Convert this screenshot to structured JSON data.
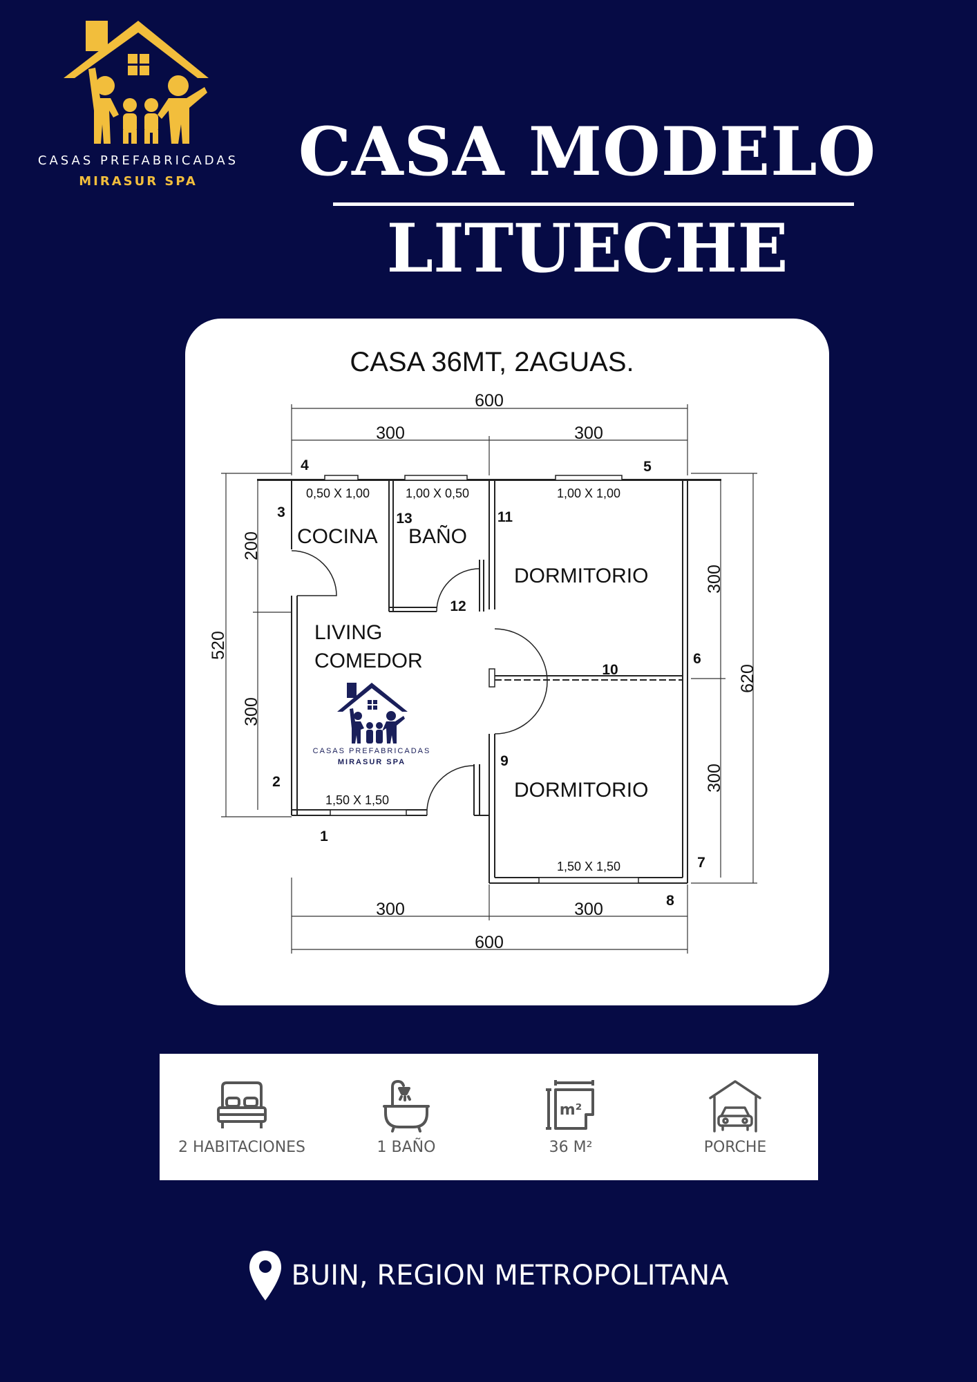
{
  "brand": {
    "line1": "CASAS PREFABRICADAS",
    "line2": "MIRASUR SPA",
    "gold": "#f2be3c"
  },
  "title": {
    "line1": "CASA MODELO",
    "line2": "LITUECHE"
  },
  "plan": {
    "heading": "CASA 36MT, 2AGUAS.",
    "dimensions": {
      "top_total": "600",
      "top_left": "300",
      "top_right": "300",
      "bottom_left": "300",
      "bottom_right": "300",
      "bottom_total": "600",
      "left_total": "520",
      "left_upper": "200",
      "left_lower": "300",
      "right_upper": "300",
      "right_lower": "300",
      "right_total": "620"
    },
    "windows": {
      "kitchen": "0,50 X 1,00",
      "bath": "1,00 X 0,50",
      "bedroom1": "1,00 X 1,00",
      "living": "1,50 X 1,50",
      "bedroom2": "1,50 X 1,50"
    },
    "rooms": {
      "kitchen": "COCINA",
      "bath": "BAÑO",
      "bedroom1": "DORMITORIO",
      "living1": "LIVING",
      "living2": "COMEDOR",
      "bedroom2": "DORMITORIO"
    },
    "markers": [
      "1",
      "2",
      "3",
      "4",
      "5",
      "6",
      "7",
      "8",
      "9",
      "10",
      "11",
      "12",
      "13"
    ],
    "watermark": {
      "line1": "CASAS PREFABRICADAS",
      "line2": "MIRASUR SPA"
    }
  },
  "features": [
    {
      "icon": "bed-icon",
      "label": "2 HABITACIONES"
    },
    {
      "icon": "bathtub-icon",
      "label": "1 BAÑO"
    },
    {
      "icon": "area-m2-icon",
      "label": "36 M²",
      "icon_text": "m²"
    },
    {
      "icon": "carport-icon",
      "label": "PORCHE"
    }
  ],
  "location": {
    "icon": "map-pin-icon",
    "text": "BUIN, REGION METROPOLITANA"
  },
  "colors": {
    "background": "#060b45",
    "card": "#ffffff",
    "feature_text": "#5a5a5a"
  }
}
